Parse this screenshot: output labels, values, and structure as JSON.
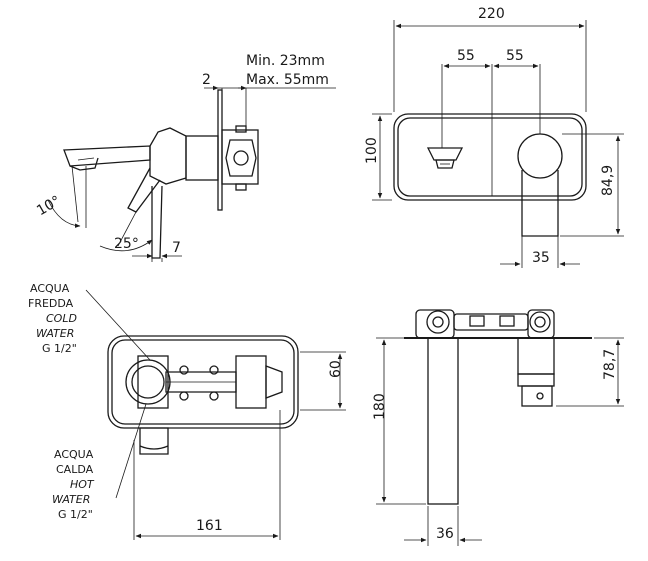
{
  "side_view": {
    "min_label": "Min. 23mm",
    "max_label": "Max. 55mm",
    "dim_plate": "2",
    "angle_spout": "10°",
    "angle_lever": "25°",
    "dim_gap": "7"
  },
  "front_view": {
    "width": "220",
    "height": "100",
    "left_offset": "55",
    "right_offset": "55",
    "lever_height": "84,9",
    "lever_width": "35"
  },
  "body_view": {
    "cold_label": [
      "ACQUA",
      "FREDDA"
    ],
    "cold_label_en": [
      "COLD",
      "WATER"
    ],
    "cold_thread": "G 1/2\"",
    "hot_label": [
      "ACQUA",
      "CALDA"
    ],
    "hot_label_en": [
      "HOT",
      "WATER"
    ],
    "hot_thread": "G 1/2\"",
    "height": "60",
    "width": "161"
  },
  "top_view": {
    "length": "180",
    "spout_width": "36",
    "depth": "78,7"
  }
}
